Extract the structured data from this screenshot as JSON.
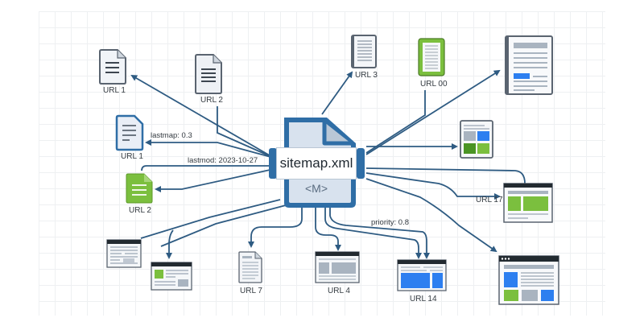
{
  "diagram": {
    "center": {
      "title": "sitemap.xml",
      "badge": "<M>"
    },
    "colors": {
      "line": "#2e5b82",
      "node_blue": "#2f6ea6",
      "doc_fill": "#d8e2ee",
      "green": "#7bbf3e",
      "dark_green": "#4a9424",
      "accent_blue": "#2d7ff0",
      "gray_block": "#a7b2be",
      "browser_bar": "#222a30"
    },
    "nodes": [
      {
        "id": "url1-top",
        "label": "URL 1",
        "icon": "document-icon"
      },
      {
        "id": "url2-top",
        "label": "URL 2",
        "icon": "document-icon"
      },
      {
        "id": "url1-blue",
        "label": "URL 1",
        "icon": "document-icon"
      },
      {
        "id": "url2-green",
        "label": "URL 2",
        "icon": "document-icon"
      },
      {
        "id": "url3",
        "label": "URL 3",
        "icon": "document-icon"
      },
      {
        "id": "url00",
        "label": "URL 00",
        "icon": "tablet-document-icon"
      },
      {
        "id": "article-page",
        "label": "",
        "icon": "article-page-icon"
      },
      {
        "id": "grid-page",
        "label": "",
        "icon": "grid-page-icon"
      },
      {
        "id": "url17",
        "label": "URL 17",
        "icon": "browser-window-icon"
      },
      {
        "id": "dashboard-page",
        "label": "",
        "icon": "browser-window-icon"
      },
      {
        "id": "form-page",
        "label": "",
        "icon": "browser-window-icon"
      },
      {
        "id": "green-page",
        "label": "",
        "icon": "browser-window-icon"
      },
      {
        "id": "url7",
        "label": "URL 7",
        "icon": "document-icon"
      },
      {
        "id": "url4",
        "label": "URL 4",
        "icon": "browser-window-icon"
      },
      {
        "id": "url14",
        "label": "URL 14",
        "icon": "browser-window-icon"
      }
    ],
    "edge_labels": {
      "lastmap": "lastmap: 0.3",
      "lastmod": "lastmod: 2023-10-27",
      "priority": "priority: 0.8"
    }
  }
}
